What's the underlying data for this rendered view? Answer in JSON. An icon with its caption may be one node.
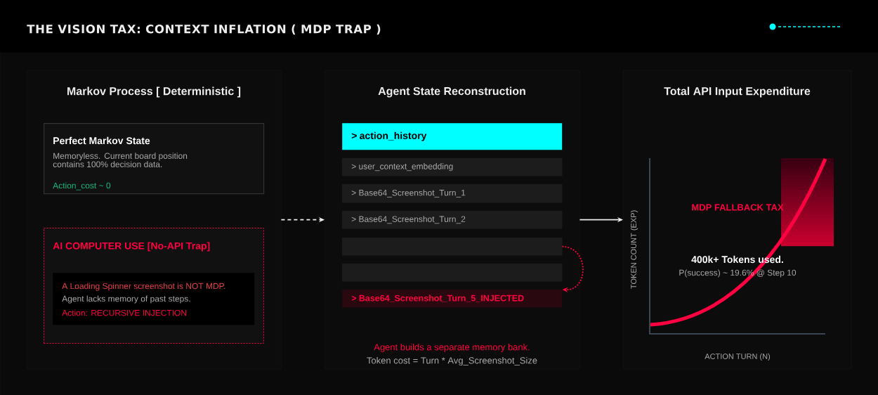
{
  "diagram": {
    "title": "THE VISION TAX: CONTEXT INFLATION ( MDP TRAP )",
    "nodes": [
      {
        "text": [
          "Markov Process [ Deterministic ]"
        ]
      },
      {
        "text": [
          "Perfect Markov State",
          "Memoryless. Current board position contains 100% decision data.",
          "Action_cost ~ 0"
        ],
        "in": 0
      },
      {
        "text": [
          "AI COMPUTER USE [No-API Trap]"
        ],
        "in": 0
      },
      {
        "text": [
          "A Loading Spinner screenshot is NOT MDP.",
          "Agent lacks memory of past steps.",
          "Action: RECURSIVE INJECTION"
        ],
        "in": 2
      },
      {
        "text": [
          "Agent State Reconstruction",
          "Agent builds a separate memory bank.",
          "Token cost = Turn * Avg_Screenshot_Size"
        ]
      },
      {
        "text": [
          "> action_history"
        ],
        "in": 4
      },
      {
        "text": [
          "> user_context_embedding"
        ],
        "in": 4
      },
      {
        "text": [
          "> Base64_Screenshot_Turn_1"
        ],
        "in": 4
      },
      {
        "text": [
          "> Base64_Screenshot_Turn_2"
        ],
        "in": 4
      },
      {
        "text": [],
        "shape": "box",
        "in": 4
      },
      {
        "text": [],
        "shape": "box",
        "in": 4
      },
      {
        "text": [
          "> Base64_Screenshot_Turn_5_INJECTED"
        ],
        "in": 4
      },
      {
        "text": [
          "Total API Input Expenditure"
        ]
      }
    ],
    "edges": [
      {
        "from": 0,
        "to": 4,
        "arrow": "to",
        "style": "dashed"
      },
      {
        "from": 4,
        "to": 12,
        "arrow": "to"
      },
      {
        "from": 9,
        "to": 11,
        "arrow": "to",
        "style": "dashed",
        "color": "#ff0040"
      }
    ],
    "labels": [
      "MDP FALLBACK TAX",
      "TOKEN COUNT (EXP)",
      "400k+ Tokens used.",
      "P(success) ~ 19.6% @ Step 10",
      "ACTION TURN (N)"
    ]
  }
}
